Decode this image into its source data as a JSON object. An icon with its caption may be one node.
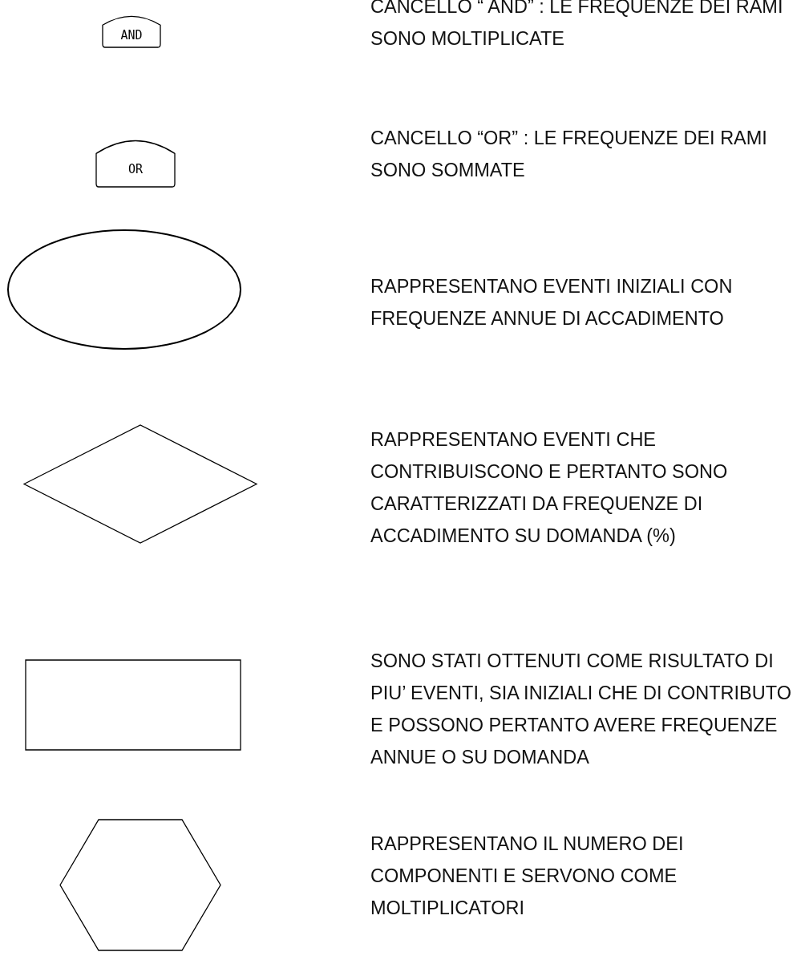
{
  "diagram": {
    "nodes": [
      {
        "text": [
          "AND"
        ]
      },
      {
        "text": [
          "OR"
        ]
      },
      {
        "text": [],
        "shape": "ellipse"
      },
      {
        "text": [],
        "shape": "diamond"
      },
      {
        "text": [],
        "shape": "box"
      },
      {
        "text": [],
        "shape": "hexagon"
      }
    ],
    "labels": [
      "CANCELLO “ AND” : LE FREQUENZE DEI RAMI SONO MOLTIPLICATE",
      "CANCELLO “OR” : LE FREQUENZE DEI RAMI SONO SOMMATE",
      "RAPPRESENTANO EVENTI INIZIALI CON FREQUENZE ANNUE DI ACCADIMENTO",
      "RAPPRESENTANO EVENTI CHE CONTRIBUISCONO E PERTANTO SONO CARATTERIZZATI DA FREQUENZE DI ACCADIMENTO SU DOMANDA (%)",
      "SONO STATI OTTENUTI COME RISULTATO DI PIU’ EVENTI, SIA INIZIALI CHE DI CONTRIBUTO E POSSONO PERTANTO AVERE FREQUENZE ANNUE O SU DOMANDA",
      "RAPPRESENTANO IL NUMERO DEI COMPONENTI E SERVONO COME MOLTIPLICATORI"
    ]
  }
}
